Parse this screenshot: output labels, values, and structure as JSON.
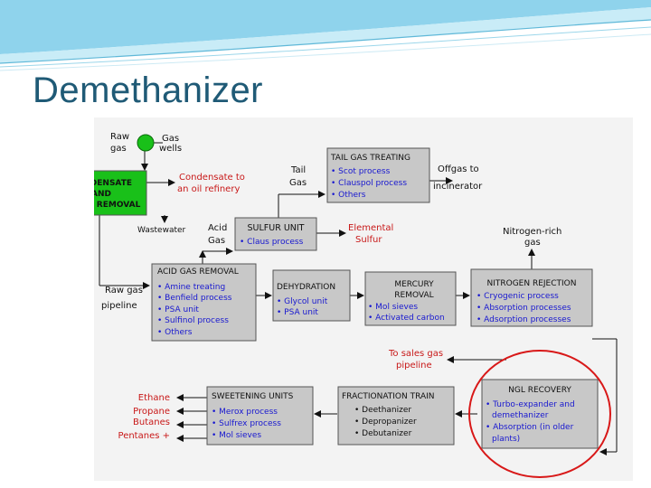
{
  "slide": {
    "title": "Demethanizer"
  },
  "colors": {
    "box_fill": "#c8c8c8",
    "condensate_fill": "#19c019",
    "blue_text": "#1818d0",
    "red_text": "#c81818",
    "circle": "#d81818",
    "title": "#1f5a76"
  },
  "diagram": {
    "raw_gas": [
      "Raw",
      "gas"
    ],
    "gas_wells": [
      "Gas",
      "wells"
    ],
    "condensate_box": [
      "CONDENSATE",
      "AND",
      "WATER REMOVAL"
    ],
    "condensate_label": [
      "Condensate to",
      "an oil refinery"
    ],
    "wastewater": "Wastewater",
    "tail_gas": [
      "Tail",
      "Gas"
    ],
    "tail_gas_treating": {
      "title": "TAIL GAS TREATING",
      "items": [
        "• Scot process",
        "• Clauspol process",
        "• Others"
      ]
    },
    "offgas": [
      "Offgas to",
      "incinerator"
    ],
    "acid_gas": [
      "Acid",
      "Gas"
    ],
    "sulfur_unit": {
      "title": "SULFUR UNIT",
      "items": [
        "• Claus process"
      ]
    },
    "elemental_sulfur": [
      "Elemental",
      "Sulfur"
    ],
    "nitrogen_rich": [
      "Nitrogen-rich",
      "gas"
    ],
    "raw_gas_pipeline": [
      "Raw gas",
      "pipeline"
    ],
    "acid_gas_removal": {
      "title": "ACID GAS REMOVAL",
      "items": [
        "• Amine treating",
        "• Benfield process",
        "• PSA unit",
        "• Sulfinol process",
        "• Others"
      ]
    },
    "dehydration": {
      "title": "DEHYDRATION",
      "items": [
        "• Glycol unit",
        "• PSA unit"
      ]
    },
    "mercury_removal": {
      "title": [
        "MERCURY",
        "REMOVAL"
      ],
      "items": [
        "• Mol sieves",
        "• Activated carbon"
      ]
    },
    "nitrogen_rejection": {
      "title": "NITROGEN REJECTION",
      "items": [
        "• Cryogenic process",
        "• Absorption processes",
        "• Adsorption processes"
      ]
    },
    "to_sales": [
      "To sales gas",
      "pipeline"
    ],
    "products": [
      "Ethane",
      "Propane",
      "Butanes",
      "Pentanes +"
    ],
    "sweetening_units": {
      "title": "SWEETENING UNITS",
      "items": [
        "• Merox process",
        "• Sulfrex process",
        "• Mol sieves"
      ]
    },
    "fractionation_train": {
      "title": "FRACTIONATION TRAIN",
      "items": [
        "• Deethanizer",
        "• Depropanizer",
        "• Debutanizer"
      ]
    },
    "ngl_recovery": {
      "title": "NGL RECOVERY",
      "items": [
        "• Turbo-expander and",
        "demethanizer",
        "• Absorption (in older",
        "plants)"
      ]
    }
  }
}
